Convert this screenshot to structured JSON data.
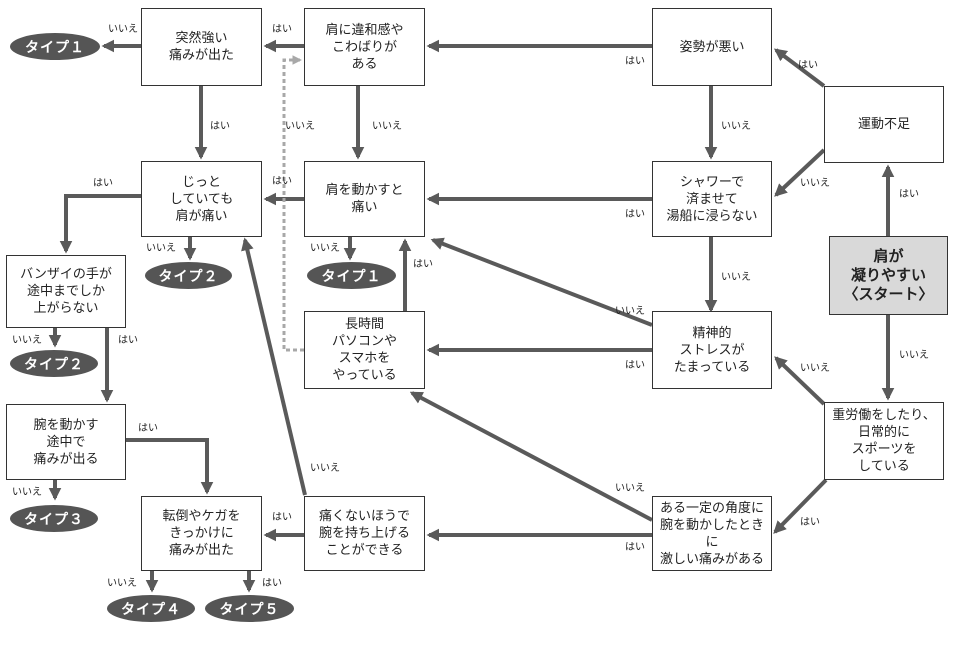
{
  "nodes": {
    "sudden_pain": "突然強い\n痛みが出た",
    "shoulder_discomfort": "肩に違和感や\nこわばりが\nある",
    "bad_posture": "姿勢が悪い",
    "lack_exercise": "運動不足",
    "still_hurts": "じっと\nしていても\n肩が痛い",
    "move_hurts": "肩を動かすと\n痛い",
    "shower_only": "シャワーで\n済ませて\n湯船に浸らない",
    "start": "肩が\n凝りやすい\n〈スタート〉",
    "banzai": "バンザイの手が\n途中までしか\n上がらない",
    "long_pc": "長時間\nパソコンや\nスマホを\nやっている",
    "mental_stress": "精神的\nストレスが\nたまっている",
    "heavy_labor": "重労働をしたり、\n日常的に\nスポーツを\nしている",
    "arm_midway": "腕を動かす\n途中で\n痛みが出る",
    "fall_injury": "転倒やケガを\nきっかけに\n痛みが出た",
    "raise_arm": "痛くないほうで\n腕を持ち上げる\nことができる",
    "certain_angle": "ある一定の角度に\n腕を動かしたときに\n激しい痛みがある"
  },
  "types": {
    "t1_top": "タイプ１",
    "t2_mid": "タイプ２",
    "t1_mid": "タイプ１",
    "t2_left": "タイプ２",
    "t3": "タイプ３",
    "t4": "タイプ４",
    "t5": "タイプ５"
  },
  "labels": {
    "yes": "はい",
    "no": "いいえ"
  },
  "colors": {
    "line": "#5a5a5a",
    "dotted": "#a8a8a8",
    "pill": "#555555",
    "start_fill": "#d9d9d9"
  }
}
